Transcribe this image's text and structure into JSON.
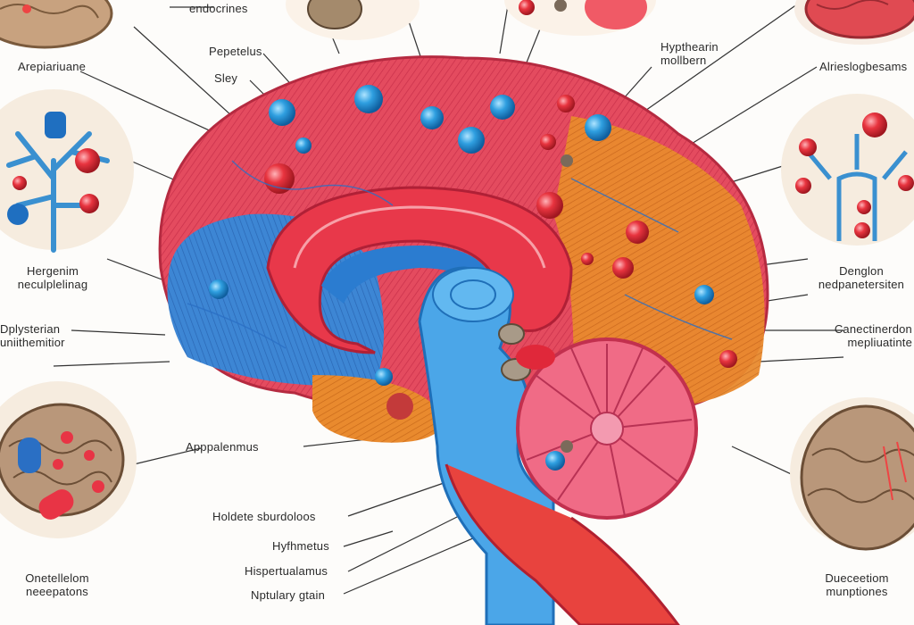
{
  "labels": {
    "top_endocrines": "endocrines",
    "top_left_a": "Pepetelus",
    "top_left_b": "Sley",
    "left_top": "Arepiariuane",
    "top_right": "Hypthearin\nmollbern",
    "right_top": "Alrieslogbesams",
    "left_mid": "Hergenim\nneculplelinag",
    "right_mid": "Denglon\nnedpanetersiten",
    "left_low": "Dplysterian\nuniithemitior",
    "right_low": "Canectinerdon\nmepliuatinte",
    "center_a": "Apppalenmus",
    "center_b": "Holdete sburdoloos",
    "center_c": "Hyfhmetus",
    "center_d": "Hispertualamus",
    "center_e": "Nptulary gtain",
    "bottom_left": "Onetellelom\nneeepatons",
    "bottom_right": "Dueceetiom\nmunptiones"
  },
  "colors": {
    "red": "#e6374a",
    "blue": "#2a9ad8",
    "orange": "#e9862a",
    "pink": "#f27a92",
    "tan": "#c4a07c"
  }
}
